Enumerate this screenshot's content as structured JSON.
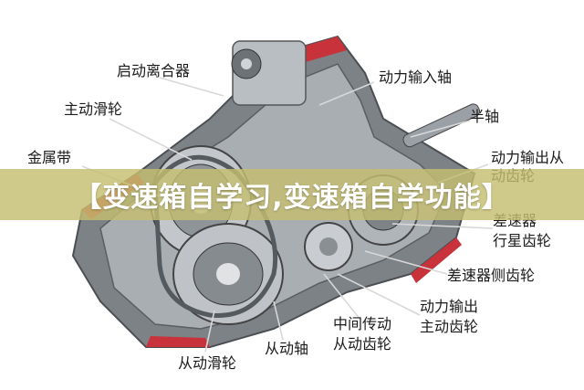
{
  "banner": {
    "title": "【变速箱自学习,变速箱自学功能】"
  },
  "labels": {
    "clutch": "启动离合器",
    "input_shaft": "动力输入轴",
    "drive_pulley": "主动滑轮",
    "half_shaft": "半轴",
    "metal_belt": "金属带",
    "output_driven_gear": "动力输出从动齿轮",
    "diff_planet_1": "差速器",
    "diff_planet_2": "行星齿轮",
    "diff_side_gear": "差速器侧齿轮",
    "output_drive_1": "动力输出",
    "output_drive_2": "主动齿轮",
    "intermediate_1": "中间传动",
    "intermediate_2": "从动齿轮",
    "driven_shaft": "从动轴",
    "driven_pulley": "从动滑轮"
  },
  "colors": {
    "leader": "#d8d8d8",
    "casing": "#8a8f94",
    "accent": "#c8323a",
    "banner": "#c4be70"
  }
}
